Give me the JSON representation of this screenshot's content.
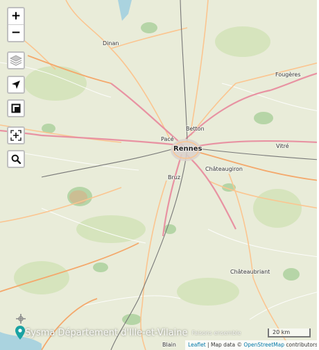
{
  "map": {
    "places": [
      {
        "id": "dinan",
        "name": "Dinan"
      },
      {
        "id": "fougeres",
        "name": "Fougères"
      },
      {
        "id": "betton",
        "name": "Betton"
      },
      {
        "id": "pace",
        "name": "Pacé"
      },
      {
        "id": "rennes",
        "name": "Rennes"
      },
      {
        "id": "vitre",
        "name": "Vitré"
      },
      {
        "id": "chateaugiron",
        "name": "Châteaugiron"
      },
      {
        "id": "bruz",
        "name": "Bruz"
      },
      {
        "id": "chateaubriant",
        "name": "Châteaubriant"
      },
      {
        "id": "blain",
        "name": "Blain"
      }
    ],
    "colors": {
      "land": "#e9ecd9",
      "forest": "#add19e",
      "water": "#aad3df",
      "major_road": "#f4a86b",
      "primary_road": "#fbc590",
      "motorway": "#e892a2",
      "minor_road": "#ffffff",
      "railway": "#777777"
    }
  },
  "controls": {
    "zoom_in": "+",
    "zoom_out": "−",
    "layers_icon": "layers-icon",
    "locate_icon": "locate-arrow-icon",
    "fullscreen_icon": "fullscreen-icon",
    "add_point_icon": "add-point-icon",
    "search_icon": "search-icon"
  },
  "watermark": {
    "brand": "Sysma Département d'Ille-et-Vilaine",
    "sub": "Faisons ensemble"
  },
  "scale": {
    "label": "20 km"
  },
  "attribution": {
    "leaflet": "Leaflet",
    "separator": " | Map data © ",
    "osm": "OpenStreetMap",
    "suffix": " contributors"
  }
}
